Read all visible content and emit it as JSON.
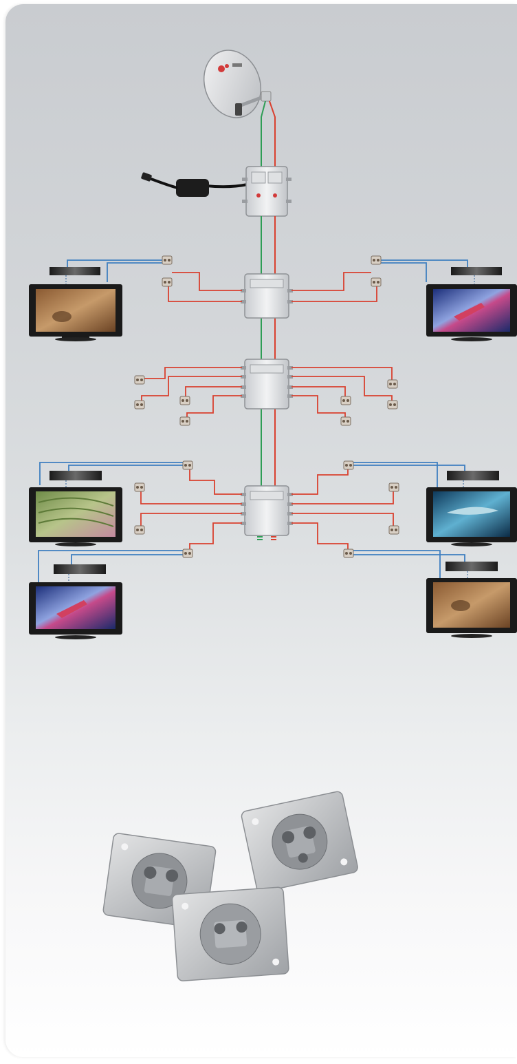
{
  "diagram": {
    "colors": {
      "cable_red": "#d9402f",
      "cable_green": "#2e9d55",
      "cable_blue": "#3f7fc0",
      "device_body": "#e4e6e8",
      "tv_frame": "#1a1a1a"
    },
    "devices": {
      "dish": "satellite-dish",
      "power_supply": "power-adapter",
      "headend": "multiswitch-amplifier",
      "taps": [
        "multiswitch-level-1",
        "multiswitch-level-2",
        "multiswitch-level-3"
      ]
    },
    "tv_screens": [
      "desert-footprint",
      "space-jet",
      "space-jet",
      "rice-terraces",
      "shark",
      "desert-footprint"
    ],
    "wall_sockets_count": 3
  }
}
